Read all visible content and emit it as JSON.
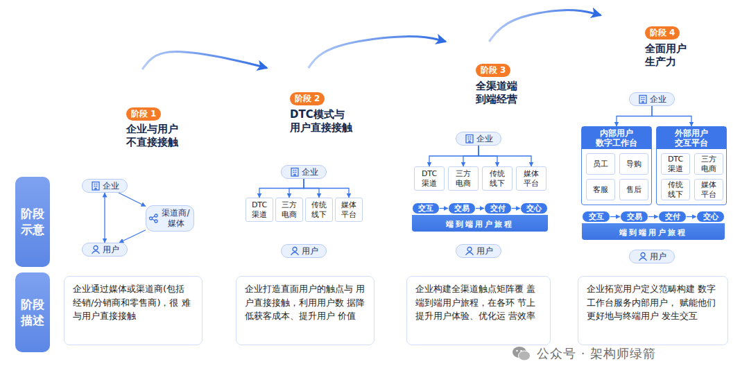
{
  "diagram": {
    "nodes": [
      {
        "text": [
          "阶段示意"
        ]
      },
      {
        "text": [
          "阶段描述"
        ]
      },
      {
        "text": [
          "企业与用户 不直接接触"
        ]
      },
      {
        "text": [
          "阶段 1"
        ],
        "in": 2
      },
      {
        "text": [
          "企业"
        ],
        "in": 2
      },
      {
        "text": [
          "渠道商/ 媒体"
        ],
        "in": 2
      },
      {
        "text": [
          "用户"
        ],
        "in": 2
      },
      {
        "text": [
          "企业通过媒体或渠道商(包括 经销/分销商和零售商)，很 难与用户直接接触"
        ],
        "in": 2
      },
      {
        "text": [
          "DTC模式与 用户直接接触"
        ]
      },
      {
        "text": [
          "阶段 2"
        ],
        "in": 8
      },
      {
        "text": [
          "企业"
        ],
        "in": 8
      },
      {
        "text": [
          "DTC 渠道"
        ],
        "in": 8
      },
      {
        "text": [
          "三方 电商"
        ],
        "in": 8
      },
      {
        "text": [
          "传统 线下"
        ],
        "in": 8
      },
      {
        "text": [
          "媒体 平台"
        ],
        "in": 8
      },
      {
        "text": [
          "用户"
        ],
        "in": 8
      },
      {
        "text": [
          "企业打造直面用户的触点与 用户直接接触，利用用户数 据降低获客成本、提升用户 价值"
        ],
        "in": 8
      },
      {
        "text": [
          "全渠道端 到端经营"
        ]
      },
      {
        "text": [
          "阶段 3"
        ],
        "in": 17
      },
      {
        "text": [
          "企业"
        ],
        "in": 17
      },
      {
        "text": [
          "DTC 渠道"
        ],
        "in": 17
      },
      {
        "text": [
          "三方 电商"
        ],
        "in": 17
      },
      {
        "text": [
          "传统 线下"
        ],
        "in": 17
      },
      {
        "text": [
          "媒体 平台"
        ],
        "in": 17
      },
      {
        "text": [
          "端到端用户旅程"
        ],
        "in": 17
      },
      {
        "text": [
          "交互"
        ],
        "in": 24
      },
      {
        "text": [
          "交易"
        ],
        "in": 24
      },
      {
        "text": [
          "交付"
        ],
        "in": 24
      },
      {
        "text": [
          "交心"
        ],
        "in": 24
      },
      {
        "text": [
          "用户"
        ],
        "in": 17
      },
      {
        "text": [
          "企业构建全渠道触点矩阵覆 盖端到端用户旅程，在各环 节上提升用户体验、优化运 营效率"
        ],
        "in": 17
      },
      {
        "text": [
          "全面用户 生产力"
        ]
      },
      {
        "text": [
          "阶段 4"
        ],
        "in": 31
      },
      {
        "text": [
          "企业"
        ],
        "in": 31
      },
      {
        "text": [
          "内部用户 数字工作台"
        ],
        "in": 31
      },
      {
        "text": [
          "员工"
        ],
        "in": 34
      },
      {
        "text": [
          "导购"
        ],
        "in": 34
      },
      {
        "text": [
          "客服"
        ],
        "in": 34
      },
      {
        "text": [
          "售后"
        ],
        "in": 34
      },
      {
        "text": [
          "外部用户 交互平台"
        ],
        "in": 31
      },
      {
        "text": [
          "DTC 渠道"
        ],
        "in": 39
      },
      {
        "text": [
          "三方 电商"
        ],
        "in": 39
      },
      {
        "text": [
          "传统 线下"
        ],
        "in": 39
      },
      {
        "text": [
          "媒体 平台"
        ],
        "in": 39
      },
      {
        "text": [
          "端到端用户旅程"
        ],
        "in": 31
      },
      {
        "text": [
          "交互"
        ],
        "in": 44
      },
      {
        "text": [
          "交易"
        ],
        "in": 44
      },
      {
        "text": [
          "交付"
        ],
        "in": 44
      },
      {
        "text": [
          "交心"
        ],
        "in": 44
      },
      {
        "text": [
          "用户"
        ],
        "in": 31
      },
      {
        "text": [
          "企业拓宽用户定义范畴构建 数字工作台服务内部用户， 赋能他们更好地与终端用户 发生交互"
        ],
        "in": 31
      }
    ],
    "edges": [
      {
        "from": 2,
        "to": 8,
        "arrow": "to"
      },
      {
        "from": 8,
        "to": 17,
        "arrow": "to"
      },
      {
        "from": 17,
        "to": 31,
        "arrow": "to"
      },
      {
        "from": 4,
        "to": 6,
        "arrow": "both"
      },
      {
        "from": 4,
        "to": 5,
        "arrow": "to"
      },
      {
        "from": 5,
        "to": 6,
        "arrow": "to"
      },
      {
        "from": 10,
        "to": 11,
        "arrow": "to"
      },
      {
        "from": 10,
        "to": 12,
        "arrow": "to"
      },
      {
        "from": 10,
        "to": 13,
        "arrow": "to"
      },
      {
        "from": 10,
        "to": 14,
        "arrow": "to"
      },
      {
        "from": 19,
        "to": 20,
        "arrow": "to"
      },
      {
        "from": 19,
        "to": 21,
        "arrow": "to"
      },
      {
        "from": 19,
        "to": 22,
        "arrow": "to"
      },
      {
        "from": 19,
        "to": 23,
        "arrow": "to"
      },
      {
        "from": 25,
        "to": 26,
        "arrow": "to"
      },
      {
        "from": 26,
        "to": 27,
        "arrow": "to"
      },
      {
        "from": 27,
        "to": 28,
        "arrow": "to"
      },
      {
        "from": 33,
        "to": 34,
        "arrow": "to"
      },
      {
        "from": 33,
        "to": 39,
        "arrow": "to"
      },
      {
        "from": 45,
        "to": 46,
        "arrow": "to"
      },
      {
        "from": 46,
        "to": 47,
        "arrow": "to"
      },
      {
        "from": 47,
        "to": 48,
        "arrow": "to"
      }
    ],
    "labels": [
      "公众号 · 架构师绿箭"
    ]
  }
}
